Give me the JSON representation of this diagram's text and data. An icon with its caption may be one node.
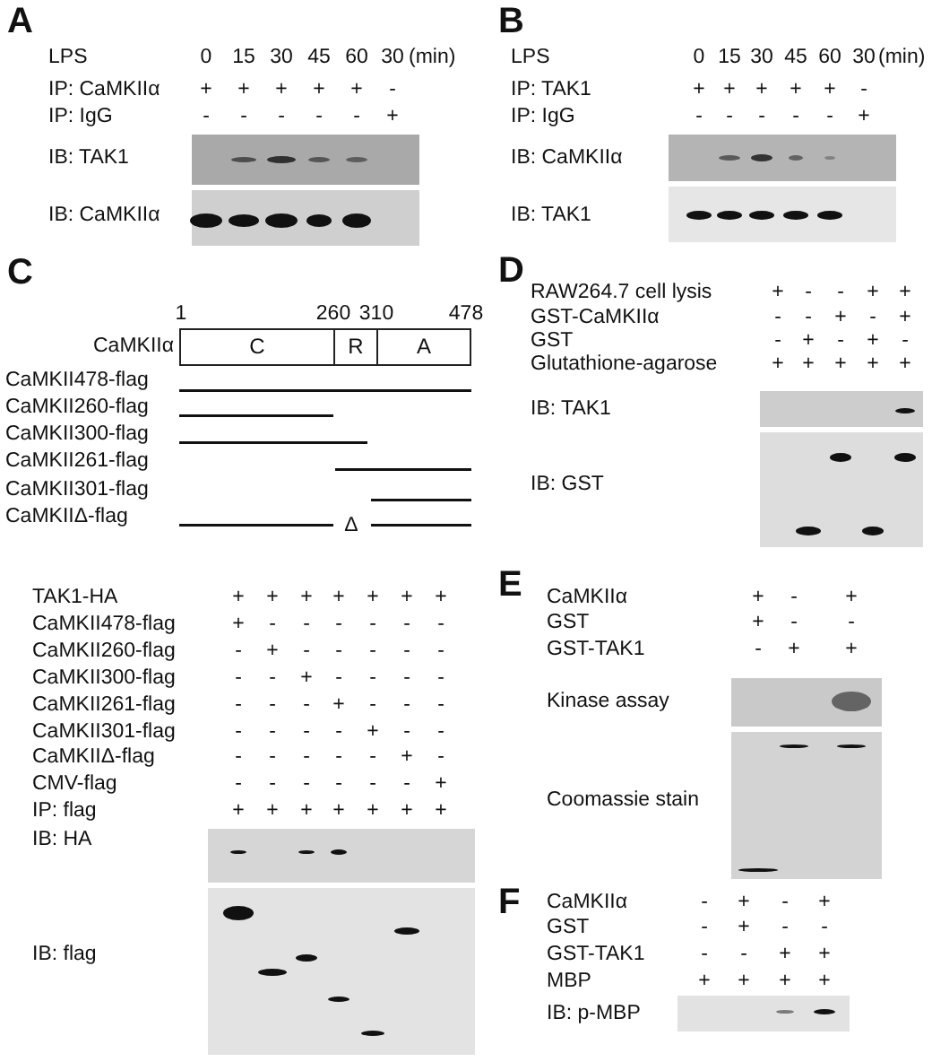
{
  "diagram": {
    "nodes": [
      {
        "text": [
          "C"
        ]
      },
      {
        "text": [
          "R"
        ]
      },
      {
        "text": [
          "A"
        ]
      }
    ],
    "labels": [
      "A",
      "LPS",
      "0",
      "15",
      "30",
      "45",
      "60",
      "30",
      "(min)",
      "IP: CaMKIIα",
      "+",
      "+",
      "+",
      "+",
      "+",
      "-",
      "IP: IgG",
      "-",
      "-",
      "-",
      "-",
      "-",
      "+",
      "IB: TAK1",
      "IB: CaMKIIα",
      "B",
      "LPS",
      "0",
      "15",
      "30",
      "45",
      "60",
      "30",
      "(min)",
      "IP: TAK1",
      "+",
      "+",
      "+",
      "+",
      "+",
      "-",
      "IP: IgG",
      "-",
      "-",
      "-",
      "-",
      "-",
      "+",
      "IB: CaMKIIα",
      "IB: TAK1",
      "C",
      "1",
      "260",
      "310",
      "478",
      "CaMKIIα",
      "CaMKII478-flag",
      "CaMKII260-flag",
      "CaMKII300-flag",
      "CaMKII261-flag",
      "CaMKII301-flag",
      "CaMKIIΔ-flag",
      "Δ",
      "TAK1-HA",
      "+",
      "+",
      "+",
      "+",
      "+",
      "+",
      "+",
      "CaMKII478-flag",
      "+",
      "-",
      "-",
      "-",
      "-",
      "-",
      "-",
      "CaMKII260-flag",
      "-",
      "+",
      "-",
      "-",
      "-",
      "-",
      "-",
      "CaMKII300-flag",
      "-",
      "-",
      "+",
      "-",
      "-",
      "-",
      "-",
      "CaMKII261-flag",
      "-",
      "-",
      "-",
      "+",
      "-",
      "-",
      "-",
      "CaMKII301-flag",
      "-",
      "-",
      "-",
      "-",
      "+",
      "-",
      "-",
      "CaMKIIΔ-flag",
      "-",
      "-",
      "-",
      "-",
      "-",
      "+",
      "-",
      "CMV-flag",
      "-",
      "-",
      "-",
      "-",
      "-",
      "-",
      "+",
      "IP: flag",
      "+",
      "+",
      "+",
      "+",
      "+",
      "+",
      "+",
      "IB: HA",
      "IB: flag",
      "D",
      "RAW264.7 cell lysis",
      "+",
      "-",
      "-",
      "+",
      "+",
      "GST-CaMKIIα",
      "-",
      "-",
      "+",
      "-",
      "+",
      "GST",
      "-",
      "+",
      "-",
      "+",
      "-",
      "Glutathione-agarose",
      "+",
      "+",
      "+",
      "+",
      "+",
      "IB: TAK1",
      "IB: GST",
      "E",
      "CaMKIIα",
      "+",
      "-",
      "+",
      "GST",
      "+",
      "-",
      "-",
      "GST-TAK1",
      "-",
      "+",
      "+",
      "Kinase assay",
      "Coomassie stain",
      "F",
      "CaMKIIα",
      "-",
      "+",
      "-",
      "+",
      "GST",
      "-",
      "+",
      "-",
      "-",
      "GST-TAK1",
      "-",
      "-",
      "+",
      "+",
      "MBP",
      "+",
      "+",
      "+",
      "+",
      "IB: p-MBP"
    ]
  }
}
